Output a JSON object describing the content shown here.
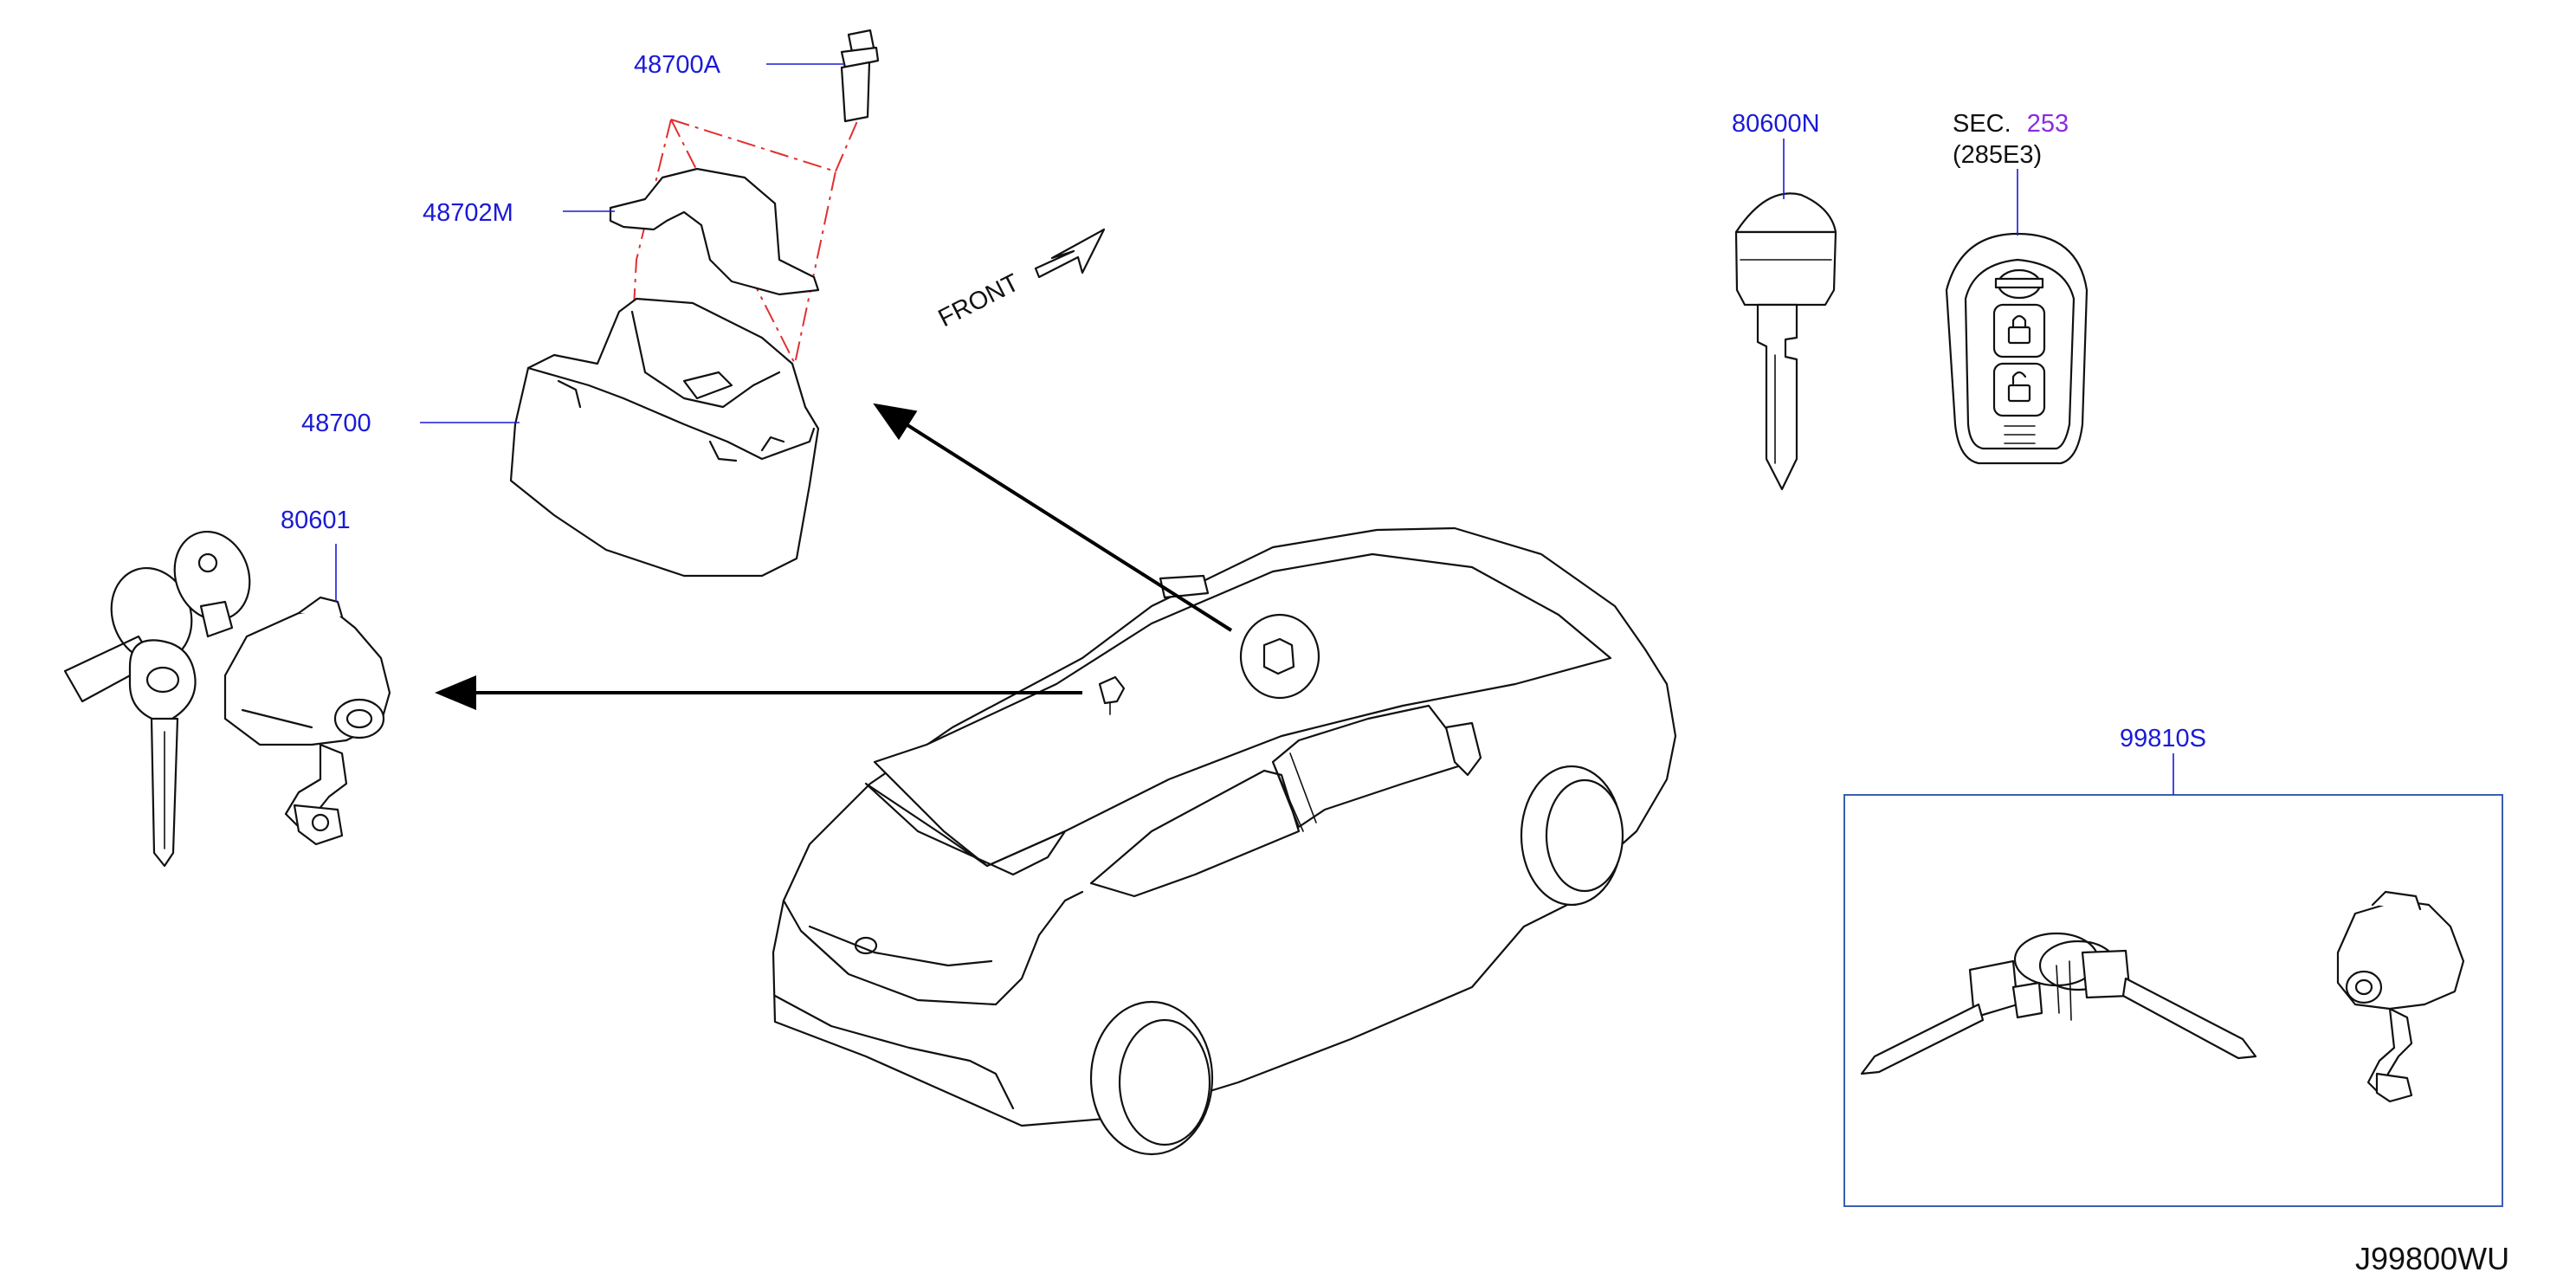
{
  "labels": {
    "p48700a": "48700A",
    "p48702m": "48702M",
    "p48700": "48700",
    "p80601": "80601",
    "p80600n": "80600N",
    "sec_prefix": "SEC.",
    "sec_number": "253",
    "sec_ref": "(285E3)",
    "p99810s": "99810S",
    "front": "FRONT",
    "diagram_id": "J99800WU"
  },
  "colors": {
    "part_number": "#1a1ad6",
    "section_link": "#8a2be2",
    "center_line": "#e03030",
    "kit_frame": "#3a5fb0",
    "ink": "#111111"
  },
  "icons": {
    "front_arrow": "front-direction-arrow-icon",
    "keyless_fob": "intelligent-key-icon",
    "lock": "lock-icon",
    "unlock": "unlock-icon"
  }
}
